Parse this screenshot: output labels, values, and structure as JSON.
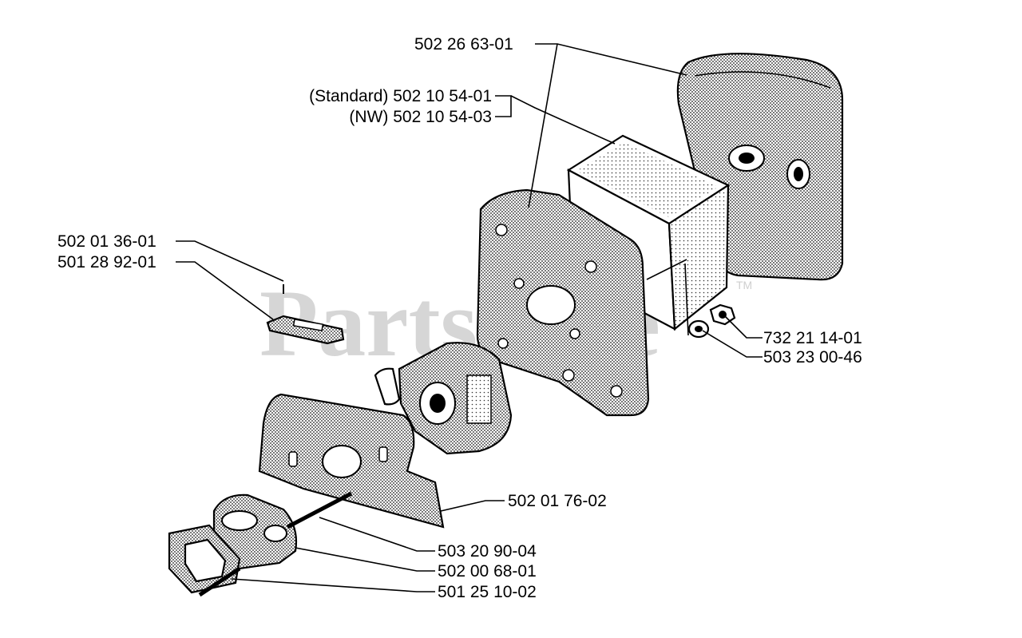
{
  "watermark": {
    "text": "PartsTree",
    "trademark": "TM"
  },
  "part_labels": [
    {
      "id": "air-filter-cover",
      "text": "502 26 63-01"
    },
    {
      "id": "air-filter-standard",
      "text": "(Standard) 502 10 54-01"
    },
    {
      "id": "air-filter-nw",
      "text": "(NW) 502 10 54-03"
    },
    {
      "id": "choke-pin",
      "text": "502 01 36-01"
    },
    {
      "id": "choke-lever",
      "text": "501 28 92-01"
    },
    {
      "id": "nut",
      "text": "732 21 14-01"
    },
    {
      "id": "washer",
      "text": "503 23 00-46"
    },
    {
      "id": "carburetor-plate",
      "text": "502 01 76-02"
    },
    {
      "id": "intake-stud",
      "text": "503 20 90-04"
    },
    {
      "id": "intake-manifold",
      "text": "502 00 68-01"
    },
    {
      "id": "manifold-gasket",
      "text": "501 25 10-02"
    }
  ],
  "colors": {
    "ink": "#000000",
    "watermark": "#d6d6d6",
    "shade": "#8a8a8a"
  }
}
